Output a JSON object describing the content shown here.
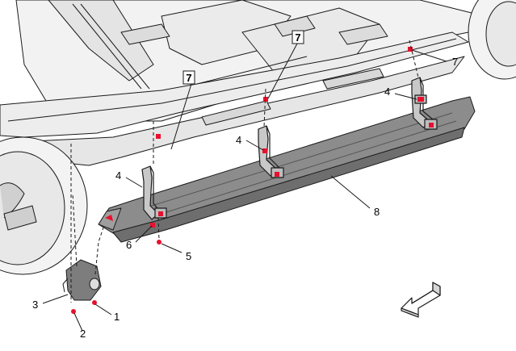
{
  "callouts": {
    "c1": "1",
    "c2": "2",
    "c3": "3",
    "c4a": "4",
    "c4b": "4",
    "c4c": "4",
    "c5": "5",
    "c6": "6",
    "c7a": "7",
    "c7b": "7",
    "c7c": "7",
    "c8": "8"
  },
  "colors": {
    "fastener": "#e8102e",
    "outline": "#1a1a1a",
    "panel": "#f2f2f2",
    "board": "#8c8c8c",
    "board_dark": "#6e6e6e"
  },
  "icons": {
    "direction": "front-arrow-icon"
  }
}
